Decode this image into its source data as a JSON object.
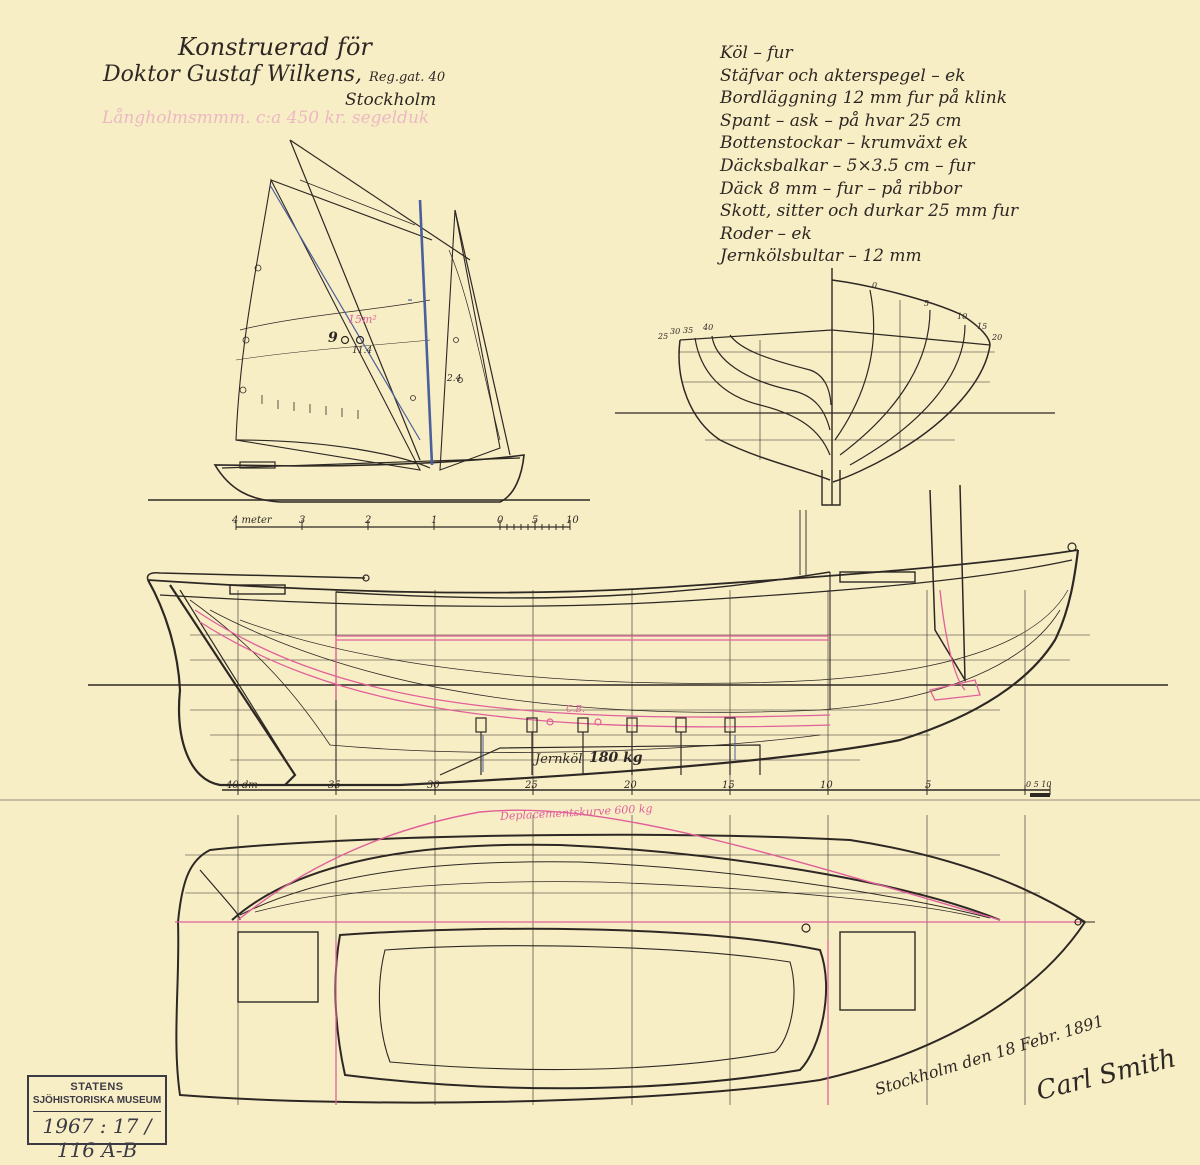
{
  "header": {
    "title_line1": "Konstruerad för",
    "title_line2_name": "Doktor Gustaf Wilkens,",
    "title_line2_addr": "Reg.gat. 40",
    "title_line3": "Stockholm",
    "pink_note": "Långholmsmmm. c:a 450 kr. segelduk"
  },
  "specs": [
    "Köl – fur",
    "Stäfvar och akterspegel – ek",
    "Bordläggning 12 mm fur på klink",
    "Spant – ask – på hvar 25 cm",
    "Bottenstockar – krumväxt ek",
    "Däcksbalkar – 5×3.5 cm – fur",
    "Däck 8 mm – fur – på ribbor",
    "Skott, sitter och durkar 25 mm fur",
    "Roder – ek",
    "Jernkölsbultar – 12 mm"
  ],
  "sail_plan": {
    "area_label": "15m²",
    "cg_label_a": "9",
    "cg_label_b": "11.4",
    "side_label": "2.4",
    "scale_label": "4 meter",
    "scale_ticks": [
      "4 meter",
      "3",
      "2",
      "1",
      "0",
      "5",
      "10"
    ]
  },
  "body_plan": {
    "labels_left": [
      "25",
      "30",
      "35",
      "40"
    ],
    "labels_right": [
      "0",
      "5",
      "10",
      "15",
      "20"
    ]
  },
  "profile": {
    "keel_label": "Jernköl",
    "keel_weight": "180 kg",
    "cb_label": "C.B.",
    "scale_ticks": [
      "40 dm",
      "35",
      "30",
      "25",
      "20",
      "15",
      "10",
      "5",
      "0 5 10"
    ]
  },
  "plan_view": {
    "displacement_label": "Deplacementskurve 600 kg"
  },
  "stamp": {
    "line1": "STATENS",
    "line2": "SJÖHISTORISKA MUSEUM",
    "line3": "1967 : 17 / 116 A-B"
  },
  "signature": {
    "date": "Stockholm den 18 Febr. 1891",
    "name": "Carl Smith"
  },
  "colors": {
    "paper": "#f8eec6",
    "ink": "#2e2824",
    "pink": "#e0609a",
    "blue": "#4a5f9c"
  }
}
